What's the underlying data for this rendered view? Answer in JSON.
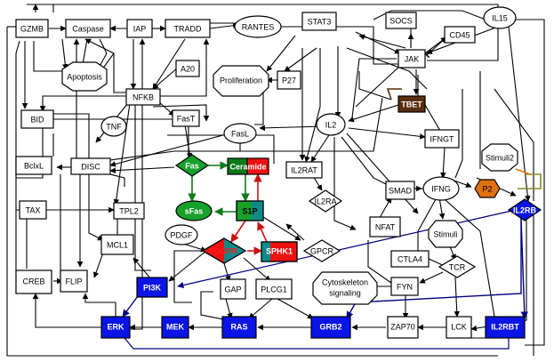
{
  "nodes": {
    "gzmb": "GZMB",
    "caspase": "Caspase",
    "iap": "IAP",
    "tradd": "TRADD",
    "rantes": "RANTES",
    "socs": "SOCS",
    "il15": "IL15",
    "cd45": "CD45",
    "stat3": "STAT3",
    "jak": "JAK",
    "a20": "A20",
    "apoptosis": "Apoptosis",
    "proliferation": "Proliferation",
    "p27": "P27",
    "nfkb": "NFKB",
    "bid": "BID",
    "tnf": "TNF",
    "fast": "FasT",
    "fasl": "FasL",
    "il2": "IL2",
    "tbet": "TBET",
    "bclxl": "BclxL",
    "disc": "DISC",
    "fas": "Fas",
    "ceramide": "Ceramide",
    "il2rat": "IL2RAT",
    "ifngt": "IFNGT",
    "stimuli2": "Stimuli2",
    "il2ra": "IL2RA",
    "smad": "SMAD",
    "ifng": "IFNG",
    "p2": "P2",
    "tax": "TAX",
    "tpl2": "TPL2",
    "sfas": "sFas",
    "s1p": "S1P",
    "il2rb": "IL2RB",
    "pdgf": "PDGF",
    "nfat": "NFAT",
    "stimuli": "Stimuli",
    "mcl1": "MCL1",
    "pdgfr": "PDGFR",
    "sphk1": "SPHK1",
    "gpcr": "GPCR",
    "ctla4": "CTLA4",
    "creb": "CREB",
    "flip": "FLIP",
    "pi3k": "PI3K",
    "gap": "GAP",
    "plcg1": "PLCG1",
    "cytoskeleton": [
      "Cytoskeleton",
      "signaling"
    ],
    "tcr": "TCR",
    "fyn": "FYN",
    "erk": "ERK",
    "mek": "MEK",
    "ras": "RAS",
    "grb2": "GRB2",
    "zap70": "ZAP70",
    "lck": "LCK",
    "il2rbt": "IL2RBT"
  },
  "colors": {
    "blue": "#0a14e6",
    "green": "#17a02a",
    "dark_green": "#0b7a18",
    "red": "#ee1111",
    "teal": "#0f8a8a",
    "brown": "#5a2e0e",
    "orange": "#e07010",
    "navy_edge": "#000080",
    "olive_edge": "#8a8a20"
  }
}
